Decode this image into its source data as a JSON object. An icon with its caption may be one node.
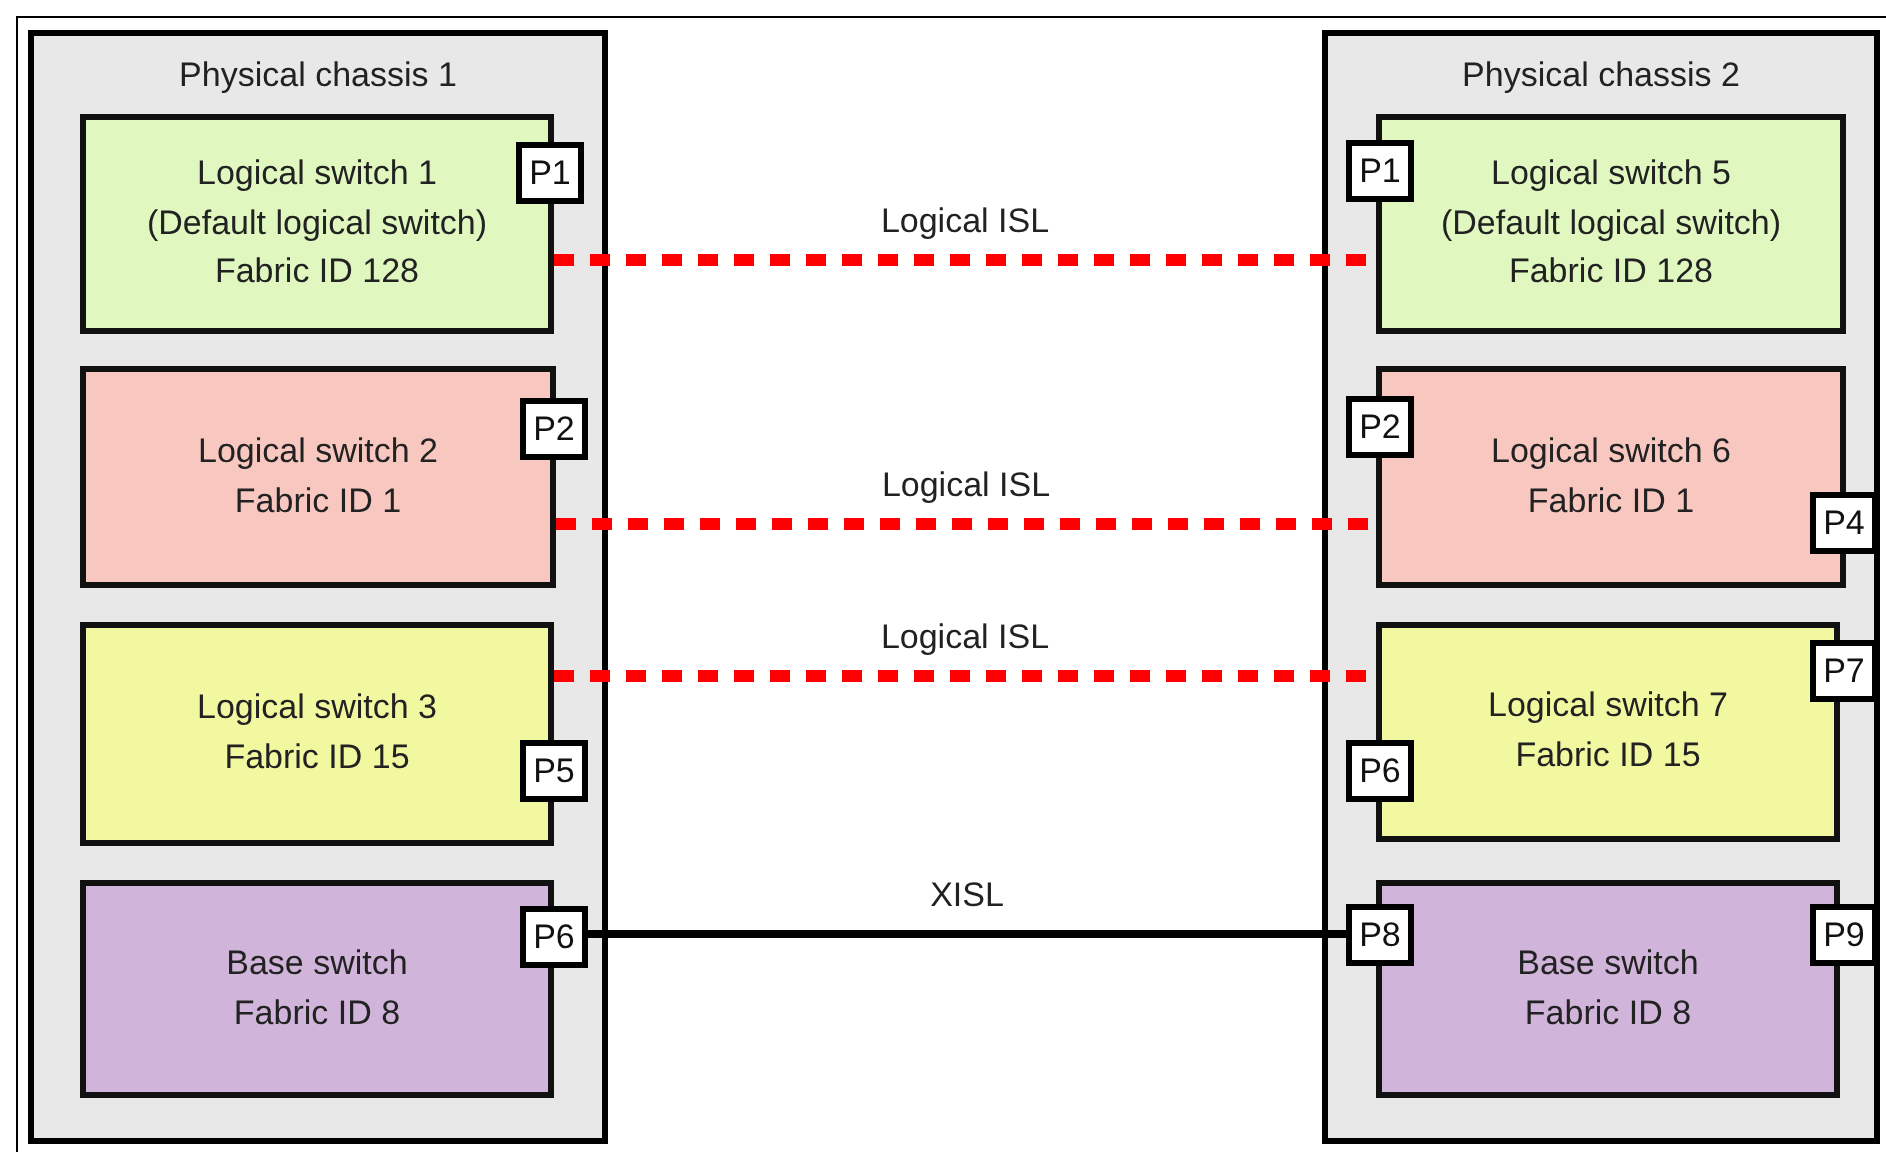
{
  "diagram": {
    "nodes": [
      {
        "text": [
          "Physical chassis 1"
        ]
      },
      {
        "text": [
          "Logical switch 1",
          "(Default logical switch)",
          "Fabric ID 128"
        ],
        "in": 0
      },
      {
        "text": [
          "P1"
        ],
        "in": 0
      },
      {
        "text": [
          "Logical switch 2",
          "Fabric ID 1"
        ],
        "in": 0
      },
      {
        "text": [
          "P2"
        ],
        "in": 0
      },
      {
        "text": [
          "Logical switch 3",
          "Fabric ID 15"
        ],
        "in": 0
      },
      {
        "text": [
          "P5"
        ],
        "in": 0
      },
      {
        "text": [
          "Base switch",
          "Fabric ID 8"
        ],
        "in": 0
      },
      {
        "text": [
          "P6"
        ],
        "in": 0
      },
      {
        "text": [
          "Physical chassis 2"
        ]
      },
      {
        "text": [
          "Logical switch 5",
          "(Default logical switch)",
          "Fabric ID 128"
        ],
        "in": 9
      },
      {
        "text": [
          "P1"
        ],
        "in": 9
      },
      {
        "text": [
          "Logical switch 6",
          "Fabric ID 1"
        ],
        "in": 9
      },
      {
        "text": [
          "P2"
        ],
        "in": 9
      },
      {
        "text": [
          "P4"
        ],
        "in": 9
      },
      {
        "text": [
          "Logical switch 7",
          "Fabric ID 15"
        ],
        "in": 9
      },
      {
        "text": [
          "P7"
        ],
        "in": 9
      },
      {
        "text": [
          "P6"
        ],
        "in": 9
      },
      {
        "text": [
          "Base switch",
          "Fabric ID 8"
        ],
        "in": 9
      },
      {
        "text": [
          "P8"
        ],
        "in": 9
      },
      {
        "text": [
          "P9"
        ],
        "in": 9
      }
    ],
    "edges": [
      {
        "from": 1,
        "to": 10,
        "arrow": "none",
        "label": "Logical ISL",
        "style": "dashed",
        "color": "#ff0000"
      },
      {
        "from": 3,
        "to": 12,
        "arrow": "none",
        "label": "Logical ISL",
        "style": "dashed",
        "color": "#ff0000"
      },
      {
        "from": 5,
        "to": 15,
        "arrow": "none",
        "label": "Logical ISL",
        "style": "dashed",
        "color": "#ff0000"
      },
      {
        "from": 8,
        "to": 19,
        "arrow": "none",
        "label": "XISL",
        "color": "#000000"
      }
    ]
  }
}
